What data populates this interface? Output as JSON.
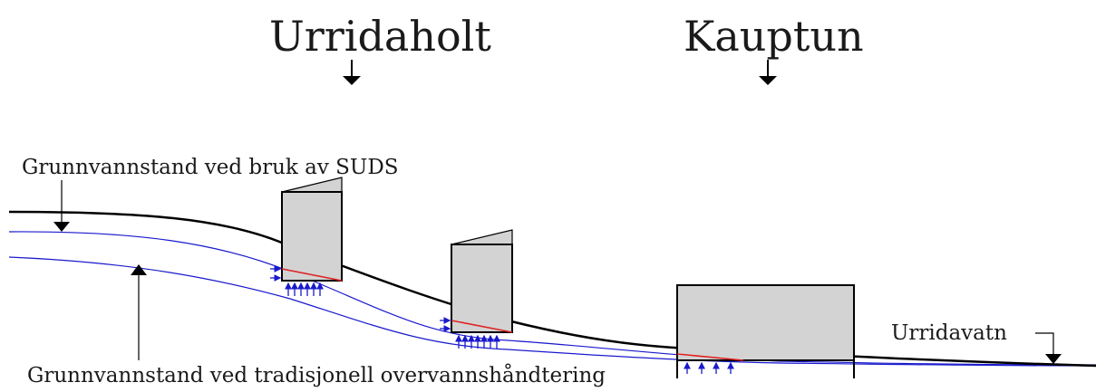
{
  "diagram": {
    "title_left": "Urridaholt",
    "title_right": "Kauptun",
    "label_suds": "Grunnvannstand ved bruk av SUDS",
    "label_traditional": "Grunnvannstand ved tradisjonell overvannshåndtering",
    "label_lake": "Urridavatn",
    "colors": {
      "terrain": "#000000",
      "groundwater": "#1a1acc",
      "building_fill": "#d3d3d3",
      "contact_line": "#e02020",
      "flow_arrows": "#1a1acc"
    }
  }
}
